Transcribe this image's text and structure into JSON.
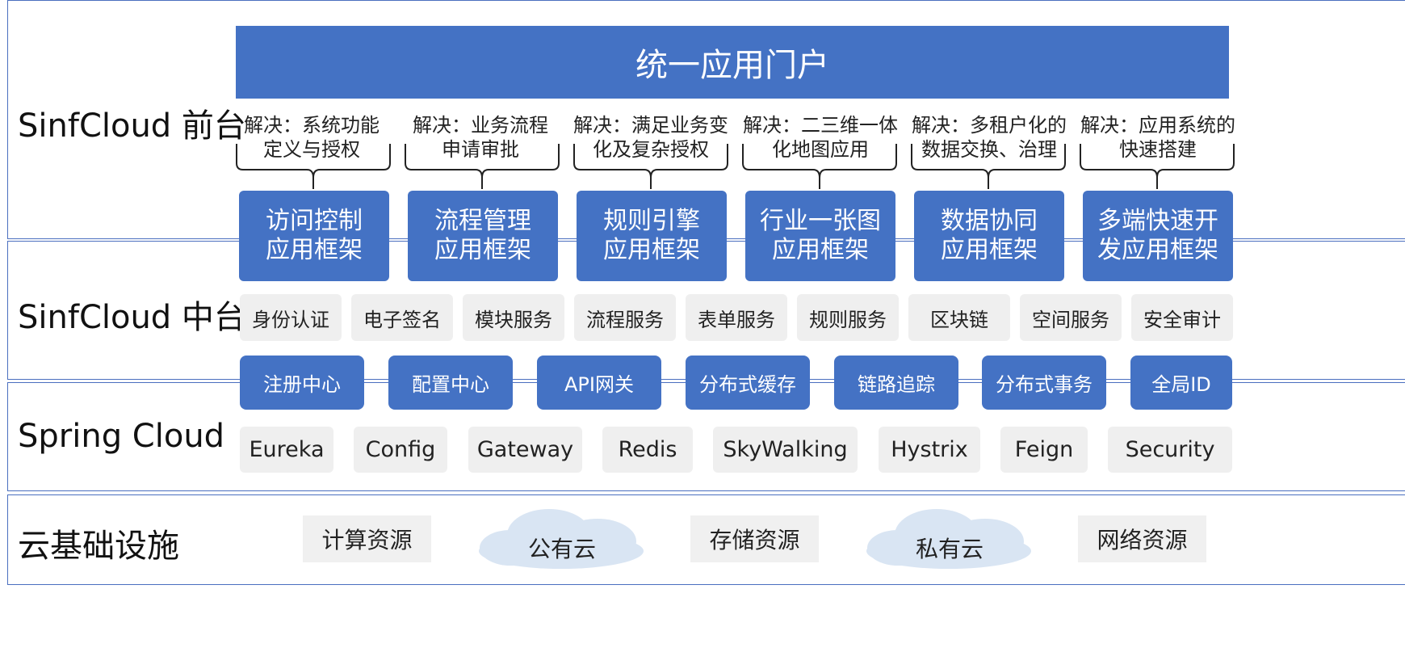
{
  "layers": {
    "frontend": "SinfCloud 前台",
    "middle": "SinfCloud 中台",
    "spring": "Spring Cloud",
    "infra": "云基础设施"
  },
  "portal": "统一应用门户",
  "descriptions": [
    "解决：系统功能\n定义与授权",
    "解决：业务流程\n申请审批",
    "解决：满足业务变\n化及复杂授权",
    "解决：二三维一体\n化地图应用",
    "解决：多租户化的\n数据交换、治理",
    "解决：应用系统的\n快速搭建"
  ],
  "frameworks": [
    "访问控制\n应用框架",
    "流程管理\n应用框架",
    "规则引擎\n应用框架",
    "行业一张图\n应用框架",
    "数据协同\n应用框架",
    "多端快速开\n发应用框架"
  ],
  "middle_services": [
    "身份认证",
    "电子签名",
    "模块服务",
    "流程服务",
    "表单服务",
    "规则服务",
    "区块链",
    "空间服务",
    "安全审计"
  ],
  "spring_features": [
    "注册中心",
    "配置中心",
    "API网关",
    "分布式缓存",
    "链路追踪",
    "分布式事务",
    "全局ID"
  ],
  "spring_components": [
    "Eureka",
    "Config",
    "Gateway",
    "Redis",
    "SkyWalking",
    "Hystrix",
    "Feign",
    "Security"
  ],
  "infra_items": {
    "compute": "计算资源",
    "public_cloud": "公有云",
    "storage": "存储资源",
    "private_cloud": "私有云",
    "network": "网络资源"
  },
  "colors": {
    "primary": "#4472c4",
    "border": "#4a6fbf",
    "cloud": "#d9e5f3",
    "gray": "#efefef"
  }
}
